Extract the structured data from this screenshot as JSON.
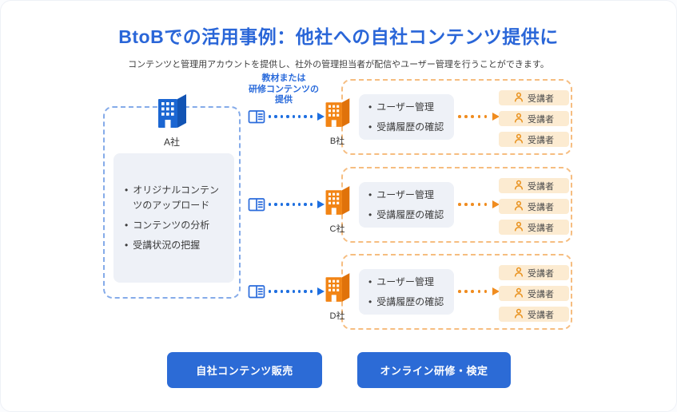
{
  "page": {
    "title": "BtoBでの活用事例：他社への自社コンテンツ提供に",
    "subtitle": "コンテンツと管理用アカウントを提供し、社外の管理担当者が配信やユーザー管理を行うことができます。"
  },
  "colors": {
    "accent_blue": "#2a66d8",
    "building_blue": "#1b66d2",
    "accent_orange": "#f08c1f",
    "building_orange": "#f28414",
    "dashed_blue": "#85abe9",
    "dashed_orange": "#f6bd80",
    "chip_bg": "#fcebd1",
    "panel_bg": "#eef1f7",
    "button_bg": "#2c6bd6"
  },
  "icons": {
    "provider_building": "building-icon",
    "client_building": "building-icon",
    "content": "open-book-icon",
    "attendee": "person-icon",
    "flow": "dotted-arrow-icon"
  },
  "diagram": {
    "provider": {
      "name": "A社",
      "tasks": [
        "オリジナルコンテンツのアップロード",
        "コンテンツの分析",
        "受講状況の把握"
      ]
    },
    "flow_label": {
      "lines": [
        "教材または",
        "研修コンテンツの",
        "提供"
      ]
    },
    "clients": [
      {
        "name": "B社",
        "tasks": [
          "ユーザー管理",
          "受講履歴の確認"
        ],
        "attendees": [
          "受講者",
          "受講者",
          "受講者"
        ]
      },
      {
        "name": "C社",
        "tasks": [
          "ユーザー管理",
          "受講履歴の確認"
        ],
        "attendees": [
          "受講者",
          "受講者",
          "受講者"
        ]
      },
      {
        "name": "D社",
        "tasks": [
          "ユーザー管理",
          "受講履歴の確認"
        ],
        "attendees": [
          "受講者",
          "受講者",
          "受講者"
        ]
      }
    ]
  },
  "buttons": {
    "left_label": "自社コンテンツ販売",
    "right_label": "オンライン研修・検定"
  }
}
